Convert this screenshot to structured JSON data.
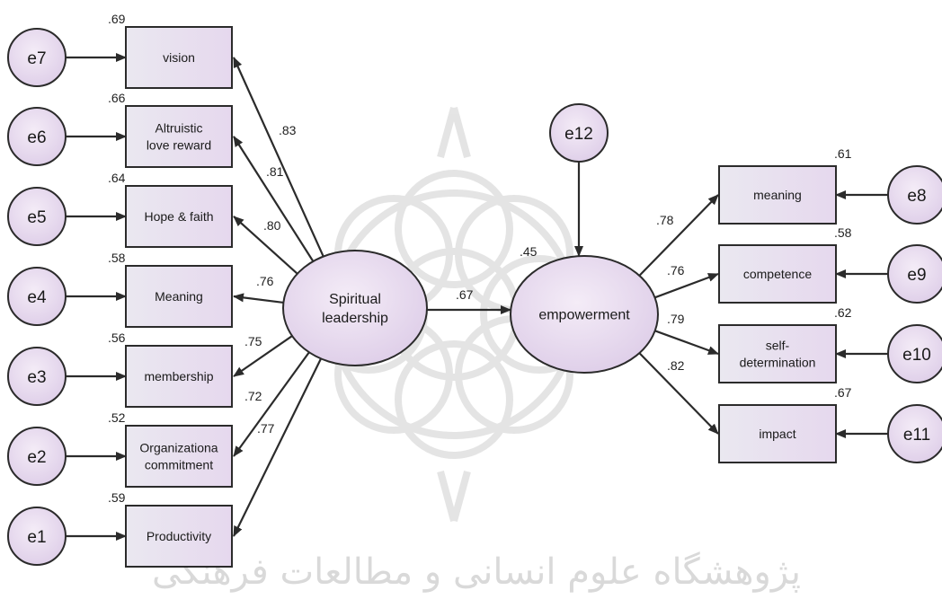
{
  "indicators_left": [
    {
      "error": "e7",
      "label_lines": [
        "vision"
      ],
      "r2": ".69",
      "loading": ".83"
    },
    {
      "error": "e6",
      "label_lines": [
        "Altruistic",
        "love reward"
      ],
      "r2": ".66",
      "loading": ".81"
    },
    {
      "error": "e5",
      "label_lines": [
        "Hope & faith"
      ],
      "r2": ".64",
      "loading": ".80"
    },
    {
      "error": "e4",
      "label_lines": [
        "Meaning"
      ],
      "r2": ".58",
      "loading": ".76"
    },
    {
      "error": "e3",
      "label_lines": [
        "membership"
      ],
      "r2": ".56",
      "loading": ".75"
    },
    {
      "error": "e2",
      "label_lines": [
        "Organizationa",
        "commitment"
      ],
      "r2": ".52",
      "loading": ".72"
    },
    {
      "error": "e1",
      "label_lines": [
        "Productivity"
      ],
      "r2": ".59",
      "loading": ".77"
    }
  ],
  "latent_left": {
    "label_lines": [
      "Spiritual",
      "leadership"
    ]
  },
  "latent_right": {
    "label_lines": [
      "empowerment"
    ],
    "r2": ".45",
    "error": "e12"
  },
  "structural_path": ".67",
  "indicators_right": [
    {
      "error": "e8",
      "label_lines": [
        "meaning"
      ],
      "r2": ".61",
      "loading": ".78"
    },
    {
      "error": "e9",
      "label_lines": [
        "competence"
      ],
      "r2": ".58",
      "loading": ".76"
    },
    {
      "error": "e10",
      "label_lines": [
        "self-",
        "determination"
      ],
      "r2": ".62",
      "loading": ".79"
    },
    {
      "error": "e11",
      "label_lines": [
        "impact"
      ],
      "r2": ".67",
      "loading": ".82"
    }
  ],
  "watermark_text": "پژوهشگاه علوم انسانی و مطالعات فرهنگی",
  "colors": {
    "node_fill_light": "#f6eef9",
    "node_fill_dark": "#e3d3ec",
    "stroke": "#2b2b2b",
    "watermark": "#cfcfcf"
  }
}
